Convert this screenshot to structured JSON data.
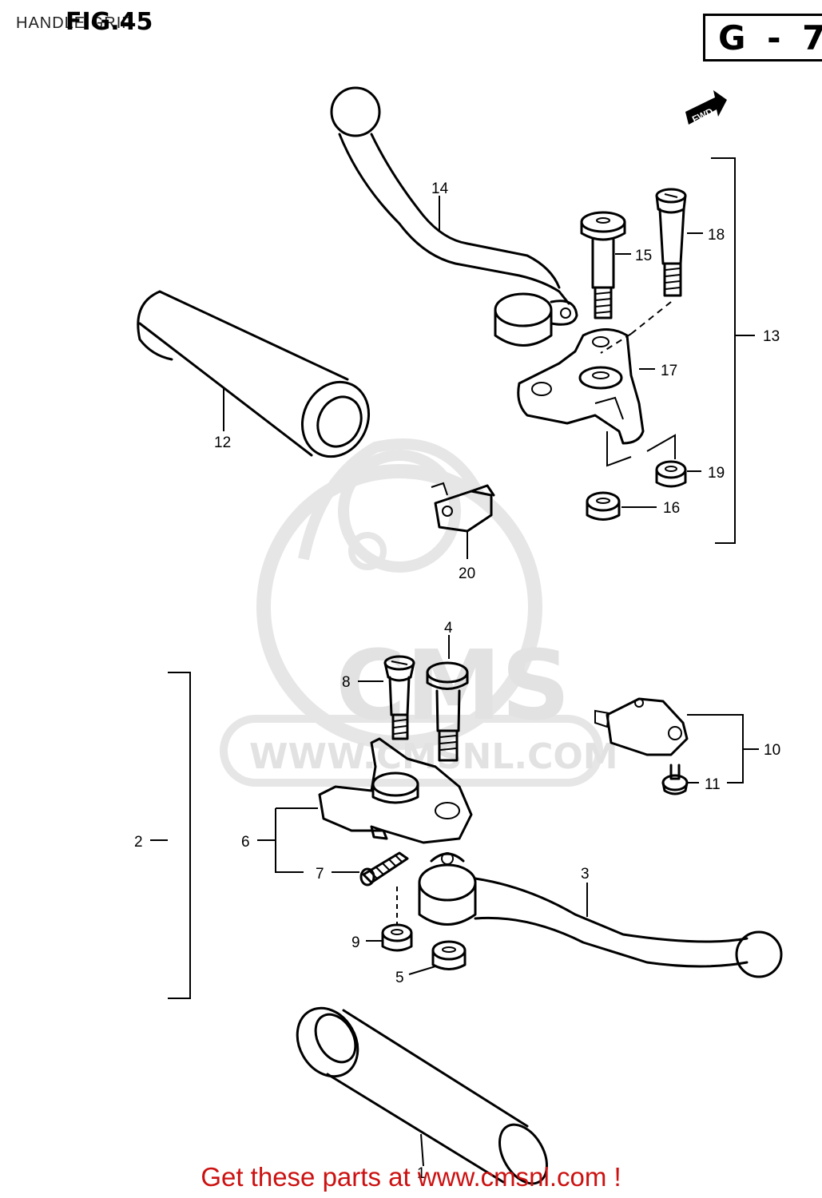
{
  "header": {
    "subtitle": "HANDLE GRIP",
    "figure": "FIG.45",
    "section": "G - 7"
  },
  "fwd_label": "FWD",
  "watermark": {
    "logo_text": "CMS",
    "url": "WWW.CMSNL.COM"
  },
  "callouts": [
    {
      "id": "c1",
      "label": "1"
    },
    {
      "id": "c2",
      "label": "2"
    },
    {
      "id": "c3",
      "label": "3"
    },
    {
      "id": "c4",
      "label": "4"
    },
    {
      "id": "c5",
      "label": "5"
    },
    {
      "id": "c6",
      "label": "6"
    },
    {
      "id": "c7",
      "label": "7"
    },
    {
      "id": "c8",
      "label": "8"
    },
    {
      "id": "c9",
      "label": "9"
    },
    {
      "id": "c10",
      "label": "10"
    },
    {
      "id": "c11",
      "label": "11"
    },
    {
      "id": "c12",
      "label": "12"
    },
    {
      "id": "c13",
      "label": "13"
    },
    {
      "id": "c14",
      "label": "14"
    },
    {
      "id": "c15",
      "label": "15"
    },
    {
      "id": "c16",
      "label": "16"
    },
    {
      "id": "c17",
      "label": "17"
    },
    {
      "id": "c18",
      "label": "18"
    },
    {
      "id": "c19",
      "label": "19"
    },
    {
      "id": "c20",
      "label": "20"
    }
  ],
  "footer": {
    "text": "Get these parts at www.cmsnl.com !"
  }
}
